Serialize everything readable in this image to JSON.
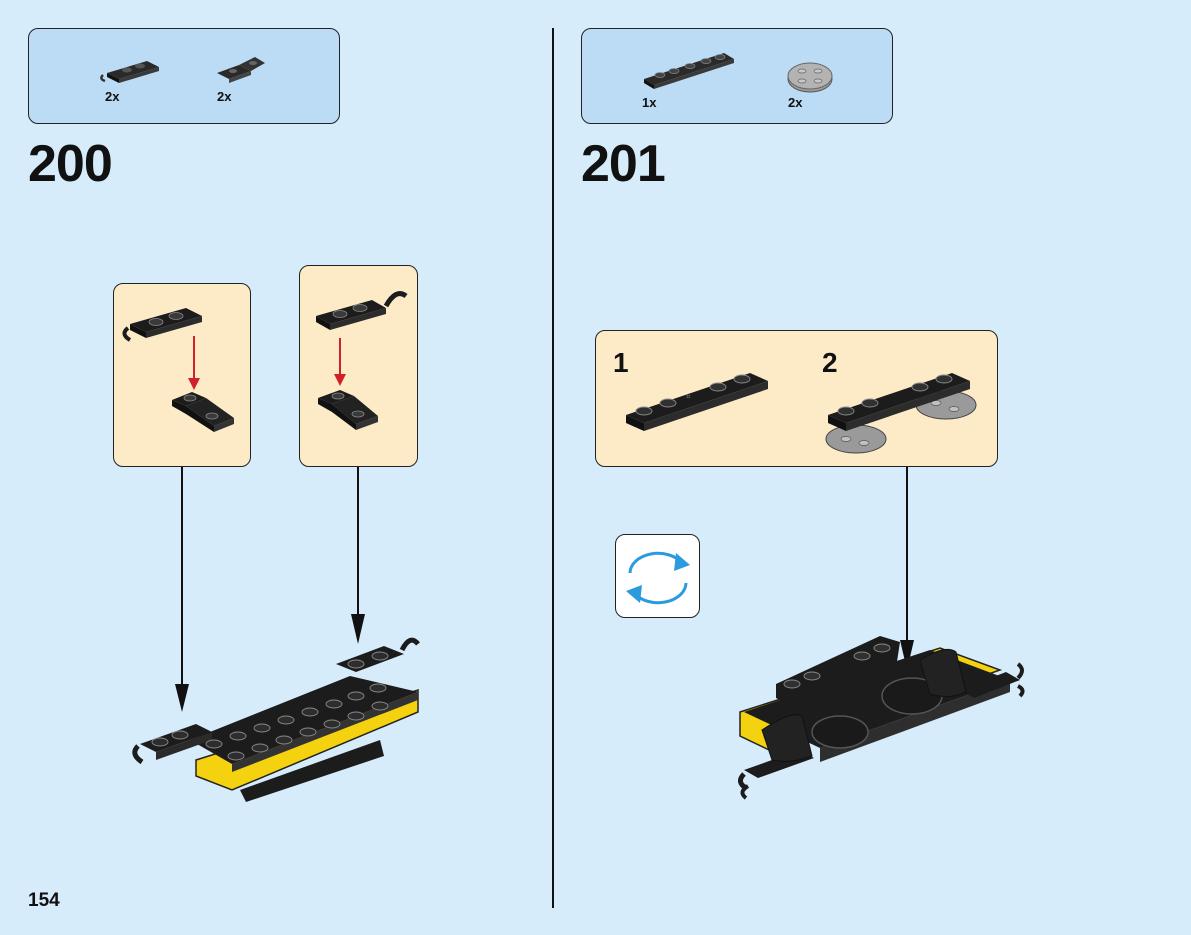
{
  "page": {
    "number": "154"
  },
  "steps": [
    {
      "number": "200",
      "parts": [
        {
          "qty": "2x",
          "icon": "clip-plate-icon"
        },
        {
          "qty": "2x",
          "icon": "hinge-plate-icon"
        }
      ],
      "callouts": [
        {
          "icon": "clip-plate-attach-icon"
        },
        {
          "icon": "hinge-plate-attach-icon"
        }
      ]
    },
    {
      "number": "201",
      "parts": [
        {
          "qty": "1x",
          "icon": "long-plate-icon"
        },
        {
          "qty": "2x",
          "icon": "round-plate-icon"
        }
      ],
      "callout": {
        "substeps": [
          {
            "number": "1"
          },
          {
            "number": "2"
          }
        ]
      },
      "rotate_icon": "rotate-model-icon"
    }
  ],
  "colors": {
    "background": "#d6ecfa",
    "parts_box": "#bcdcf5",
    "callout": "#fdeac7",
    "arrow_red": "#d0202a",
    "rotate_blue": "#2b9be0",
    "brick_black": "#1c1c1c",
    "brick_yellow": "#f5d20f"
  }
}
